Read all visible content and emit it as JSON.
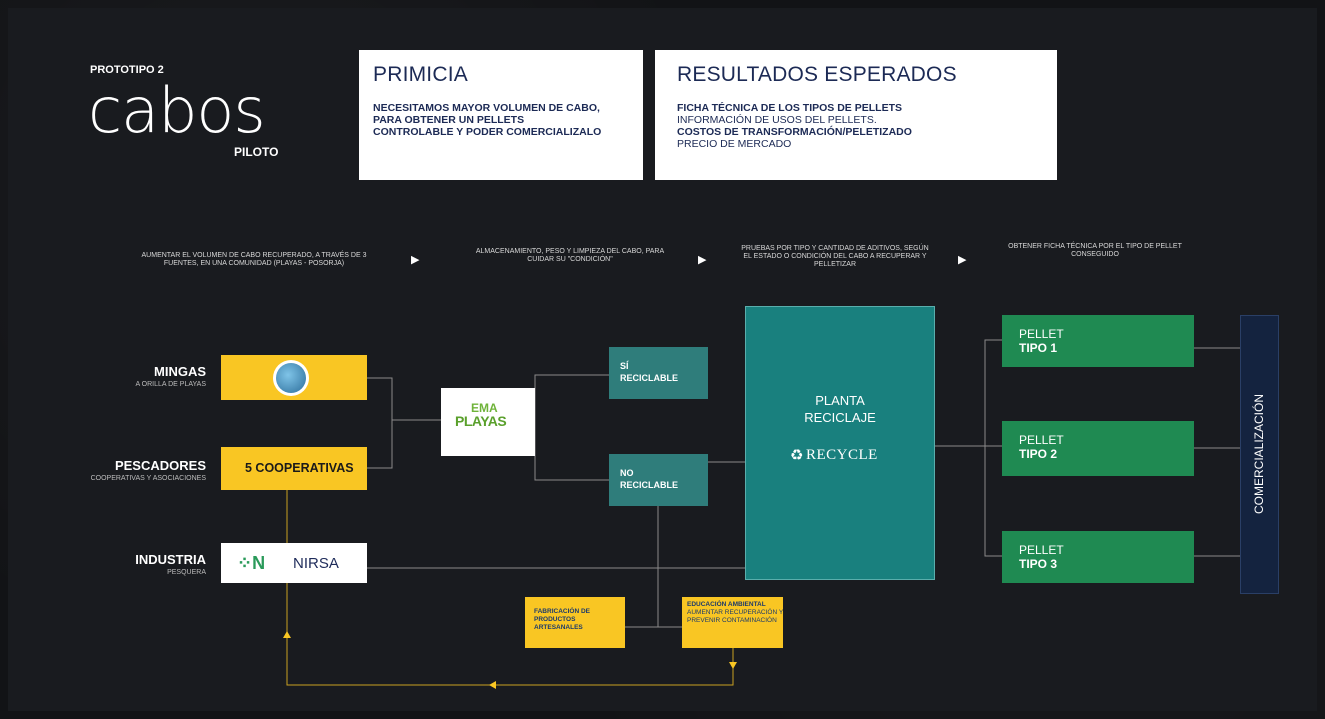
{
  "brand": {
    "prefix": "PROTOTIPO 2",
    "name": "cabos",
    "suffix": "PILOTO"
  },
  "primicia": {
    "title": "PRIMICIA",
    "body": "NECESITAMOS MAYOR VOLUMEN DE CABO, PARA OBTENER UN PELLETS CONTROLABLE Y PODER COMERCIALIZALO"
  },
  "resultados": {
    "title": "RESULTADOS ESPERADOS",
    "lines": [
      "FICHA TÉCNICA DE LOS TIPOS DE PELLETS",
      "INFORMACIÓN DE USOS DEL PELLETS.",
      "COSTOS DE TRANSFORMACIÓN/PELETIZADO",
      "PRECIO DE MERCADO"
    ]
  },
  "steps": [
    "AUMENTAR EL VOLUMEN DE CABO RECUPERADO, A TRAVÉS DE 3 FUENTES, EN UNA COMUNIDAD (PLAYAS - POSORJA)",
    "ALMACENAMIENTO, PESO Y LIMPIEZA DEL CABO, PARA CUIDAR SU \"CONDICIÓN\"",
    "PRUEBAS POR TIPO Y CANTIDAD DE ADITIVOS, SEGÚN EL ESTADO O CONDICIÓN DEL CABO A RECUPERAR Y PELLETIZAR",
    "OBTENER FICHA TÉCNICA POR EL TIPO DE PELLET CONSEGUIDO"
  ],
  "sources": [
    {
      "name": "MINGAS",
      "sub": "A ORILLA DE PLAYAS"
    },
    {
      "name": "PESCADORES",
      "sub": "COOPERATIVAS Y ASOCIACIONES",
      "box": "5 COOPERATIVAS"
    },
    {
      "name": "INDUSTRIA",
      "sub": "PESQUERA",
      "logo": "NIRSA"
    }
  ],
  "ema_logo": {
    "line1": "EMA",
    "line2": "PLAYAS"
  },
  "recyclable": {
    "yes1": "SÍ",
    "yes2": "RECICLABLE",
    "no1": "NO",
    "no2": "RECICLABLE"
  },
  "plant": {
    "line1": "PLANTA",
    "line2": "RECICLAJE",
    "logo": "RECYCLE"
  },
  "pellets": [
    {
      "a": "PELLET",
      "b": "TIPO 1"
    },
    {
      "a": "PELLET",
      "b": "TIPO 2"
    },
    {
      "a": "PELLET",
      "b": "TIPO 3"
    }
  ],
  "comercializacion": "COMERCIALIZACIÓN",
  "fabricacion": "FABRICACIÓN DE PRODUCTOS ARTESANALES",
  "educacion": {
    "bold": "EDUCACIÓN AMBIENTAL",
    "rest": "AUMENTAR RECUPERACIÓN Y PREVENIR CONTAMINACIÓN"
  },
  "colors": {
    "yellow": "#f9c623",
    "teal": "#2f7d7b",
    "green": "#1f8a52",
    "navy": "#14233f",
    "plant": "#19807e"
  }
}
